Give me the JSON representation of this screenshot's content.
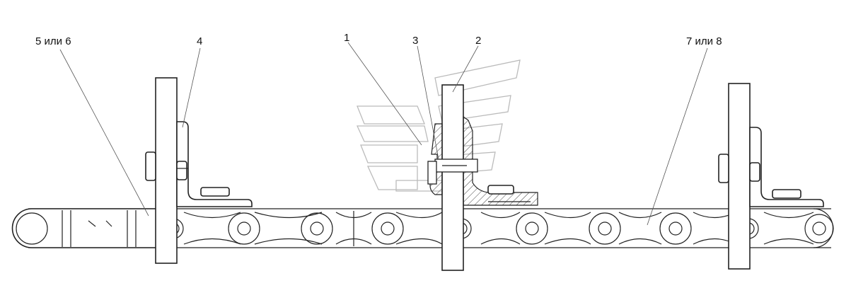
{
  "callouts": {
    "c1": "1",
    "c2": "2",
    "c3": "3",
    "c4": "4",
    "c5": "5 или 6",
    "c7": "7 или 8"
  },
  "colors": {
    "line": "#222222",
    "hatch": "#444444",
    "watermark": "#bbbbbb",
    "background": "#ffffff"
  }
}
